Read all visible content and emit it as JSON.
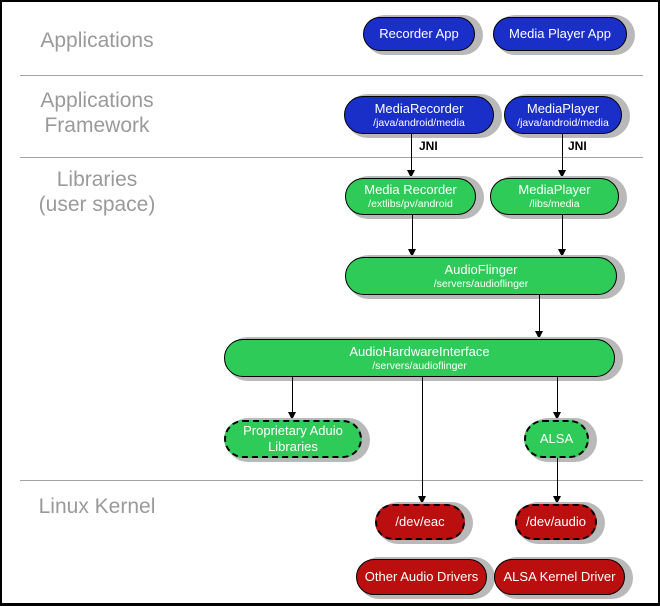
{
  "title": "Android audio architecture diagram",
  "colors": {
    "blue": "#1a2ec8",
    "green": "#2fcb58",
    "red": "#bb0e0e",
    "shadow": "#b9b9b9",
    "label_gray": "#9a9a9a"
  },
  "layers": [
    {
      "label": "Applications"
    },
    {
      "label": "Applications\n Framework"
    },
    {
      "label": "Libraries\n(user space)"
    },
    {
      "label": "Linux Kernel"
    }
  ],
  "labels": {
    "jni": "JNI"
  },
  "nodes": {
    "recorder_app": {
      "title": "Recorder App"
    },
    "media_player_app": {
      "title": "Media Player App"
    },
    "media_recorder_fw": {
      "title": "MediaRecorder",
      "path": "/java/android/media"
    },
    "media_player_fw": {
      "title": "MediaPlayer",
      "path": "/java/android/media"
    },
    "media_recorder_lib": {
      "title": "Media Recorder",
      "path": "/extlibs/pv/android"
    },
    "media_player_lib": {
      "title": "MediaPlayer",
      "path": "/libs/media"
    },
    "audioflinger": {
      "title": "AudioFlinger",
      "path": "/servers/audioflinger"
    },
    "audio_hardware_interface": {
      "title": "AudioHardwareInterface",
      "path": "/servers/audioflinger"
    },
    "proprietary_audio_libraries": {
      "title": "Proprietary Aduio\nLibraries"
    },
    "alsa": {
      "title": "ALSA"
    },
    "dev_eac": {
      "title": "/dev/eac"
    },
    "dev_audio": {
      "title": "/dev/audio"
    },
    "other_audio_drivers": {
      "title": "Other Audio Drivers"
    },
    "alsa_kernel_driver": {
      "title": "ALSA Kernel Driver"
    }
  },
  "edges": [
    {
      "from": "MediaRecorder (framework)",
      "to": "Media Recorder (lib)",
      "label": "JNI"
    },
    {
      "from": "MediaPlayer (framework)",
      "to": "MediaPlayer (lib)",
      "label": "JNI"
    },
    {
      "from": "Media Recorder (lib)",
      "to": "AudioFlinger"
    },
    {
      "from": "MediaPlayer (lib)",
      "to": "AudioFlinger"
    },
    {
      "from": "AudioFlinger",
      "to": "AudioHardwareInterface"
    },
    {
      "from": "AudioHardwareInterface",
      "to": "Proprietary Aduio Libraries"
    },
    {
      "from": "AudioHardwareInterface",
      "to": "/dev/eac"
    },
    {
      "from": "AudioHardwareInterface",
      "to": "ALSA"
    },
    {
      "from": "ALSA",
      "to": "/dev/audio"
    }
  ]
}
